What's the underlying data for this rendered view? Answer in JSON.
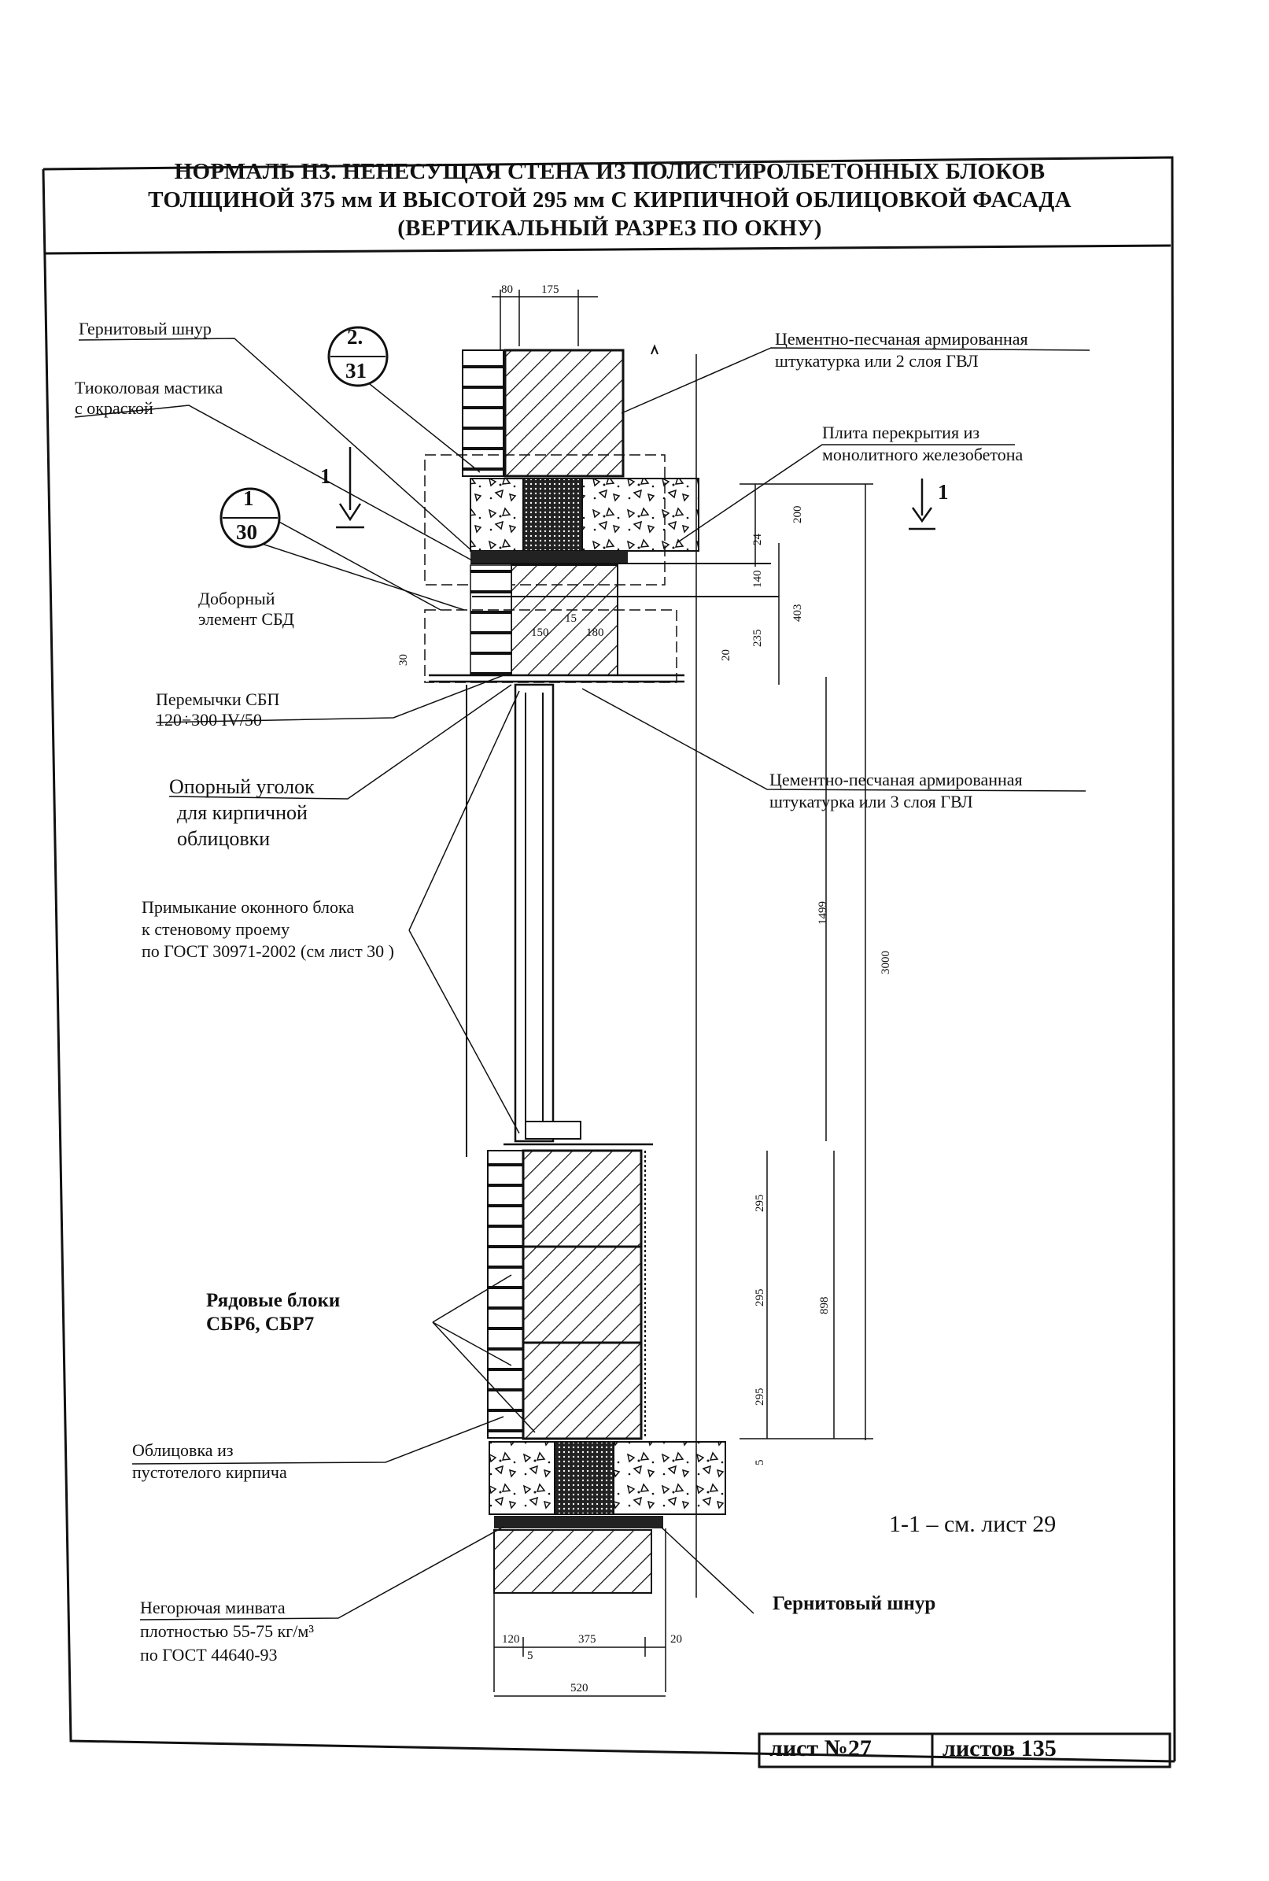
{
  "title": {
    "line1": "НОРМАЛЬ Н3. НЕНЕСУЩАЯ СТЕНА ИЗ ПОЛИСТИРОЛБЕТОННЫХ БЛОКОВ",
    "line2": "ТОЛЩИНОЙ 375 мм  И  ВЫСОТОЙ 295 мм С КИРПИЧНОЙ ОБЛИЦОВКОЙ ФАСАДА",
    "line3": "(ВЕРТИКАЛЬНЫЙ РАЗРЕЗ ПО ОКНУ)"
  },
  "callouts": {
    "c1": {
      "top": "2.",
      "bottom": "31"
    },
    "c2": {
      "top": "1",
      "bottom": "30"
    }
  },
  "section_marks": {
    "left": "1",
    "right": "1"
  },
  "labels": {
    "gernit_top": "Гернитовый шнур",
    "tiokol_1": "Тиоколовая мастика",
    "tiokol_2": "с окраской",
    "dobor_1": "Доборный",
    "dobor_2": "элемент СБД",
    "peremychki_1": "Перемычки СБП",
    "peremychki_2": "120÷300 IV/50",
    "ugolok_1": "Опорный уголок",
    "ugolok_2": "для кирпичной",
    "ugolok_3": "облицовки",
    "primykanie_1": "Примыкание оконного блока",
    "primykanie_2": "к стеновому проему",
    "primykanie_3": "по ГОСТ 30971-2002 (см  лист  30 )",
    "rad_1": "Рядовые блоки",
    "rad_2": "СБР6, СБР7",
    "oblic_1": "Облицовка из",
    "oblic_2": "пустотелого кирпича",
    "minvata_1": "Негорючая минвата",
    "minvata_2": "плотностью 55-75 кг/м³",
    "minvata_3": "по ГОСТ 44640-93",
    "shtuk2_1": "Цементно-песчаная армированная",
    "shtuk2_2": "штукатурка или 2 слоя ГВЛ",
    "plita_1": "Плита перекрытия из",
    "plita_2": "монолитного железобетона",
    "shtuk3_1": "Цементно-песчаная армированная",
    "shtuk3_2": "штукатурка или 3 слоя ГВЛ",
    "gernit_bottom": "Гернитовый шнур",
    "section_ref": "1-1 – см. лист 29"
  },
  "dims": {
    "d80": "80",
    "d175": "175",
    "d200": "200",
    "d24": "24",
    "d140": "140",
    "d403": "403",
    "d15": "15",
    "d150": "150",
    "d180": "180",
    "d235": "235",
    "d20a": "20",
    "d30": "30",
    "d1499": "1499",
    "d3000": "3000",
    "d295a": "295",
    "d295b": "295",
    "d295c": "295",
    "d898": "898",
    "d5a": "5",
    "d120": "120",
    "d375": "375",
    "d20b": "20",
    "d5b": "5",
    "d520": "520"
  },
  "stamp": {
    "sheet": "лист №27",
    "total": "листов 135"
  }
}
